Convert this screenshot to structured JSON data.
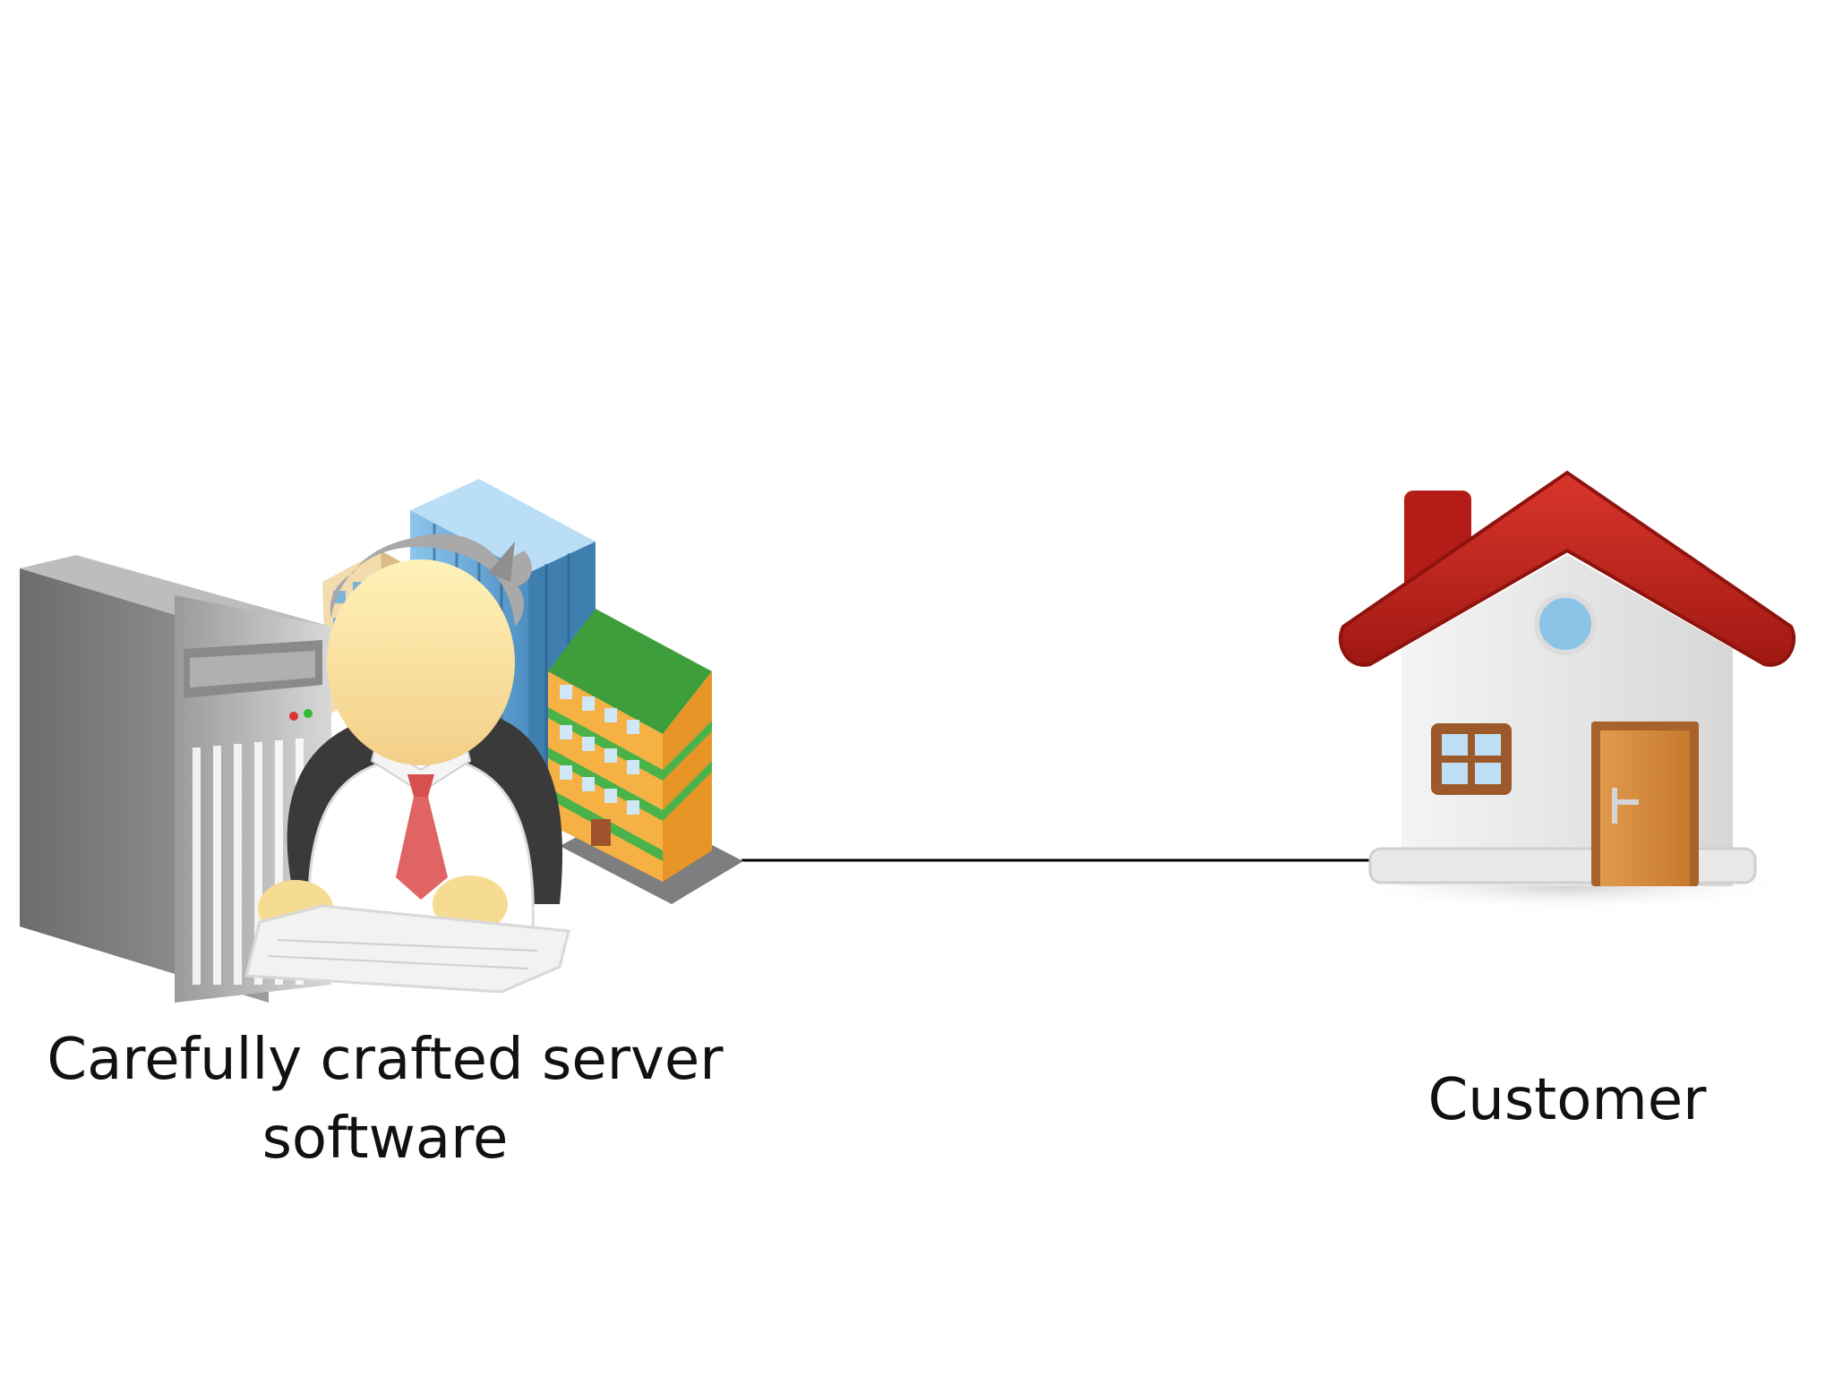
{
  "diagram": {
    "server": {
      "label_line1": "Carefully crafted server",
      "label_line2": "software",
      "icon": "server-developer-buildings-icon"
    },
    "customer": {
      "label": "Customer",
      "icon": "house-icon"
    },
    "connection": {
      "type": "line",
      "from": "server",
      "to": "customer"
    }
  },
  "colors": {
    "background": "#ffffff",
    "roof": "#c0251e",
    "tie": "#e06464",
    "building_green": "#49b34a",
    "building_orange": "#f2a93b",
    "building_blue": "#6aaad6",
    "door": "#d38a3c"
  }
}
